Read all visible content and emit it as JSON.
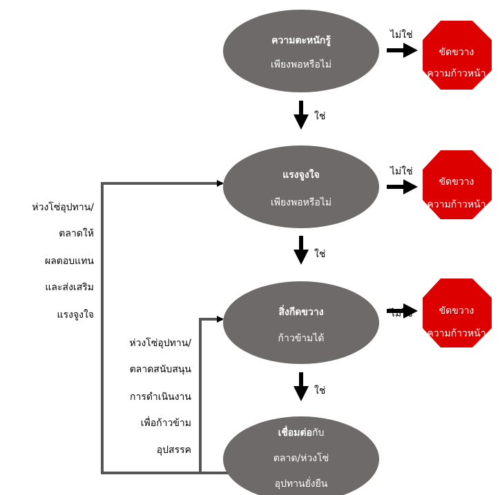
{
  "colors": {
    "node": "#6e6a69",
    "stop": "#dd0000",
    "line": "#000000",
    "text_light": "#ffffff",
    "text_dark": "#000000"
  },
  "nodes": [
    {
      "title": "ความตะหนักรู้",
      "subtitle": "เพียงพอหรือไม่"
    },
    {
      "title": "แรงจูงใจ",
      "subtitle": "เพียงพอหรือไม่"
    },
    {
      "title": "สิ่งกีดขวาง",
      "subtitle": "ก้าวข้ามได้"
    },
    {
      "title_bold": "เชื่อมต่อ",
      "title_rest": "กับ",
      "line2": "ตลาด/ห่วงโซ่",
      "line3": "อุปทานยั่งยืน"
    }
  ],
  "stop_signs": [
    {
      "line1": "ขัดขวาง",
      "line2": "ความก้าวหน้า"
    },
    {
      "line1": "ขัดขวาง",
      "line2": "ความก้าวหน้า"
    },
    {
      "line1": "ขัดขวาง",
      "line2": "ความก้าวหน้า"
    }
  ],
  "edge_labels": {
    "yes": "ใช่",
    "no": "ไม่ใช่"
  },
  "side_labels": {
    "left_outer": [
      "ห่วงโซ่อุปทาน/",
      "ตลาดให้",
      "ผลตอบแทน",
      "และส่งเสริม",
      "แรงจูงใจ"
    ],
    "left_inner": [
      "ห่วงโซ่อุปทาน/",
      "ตลาดสนับสนุน",
      "การดำเนินงาน",
      "เพื่อก้าวข้าม",
      "อุปสรรค"
    ]
  }
}
